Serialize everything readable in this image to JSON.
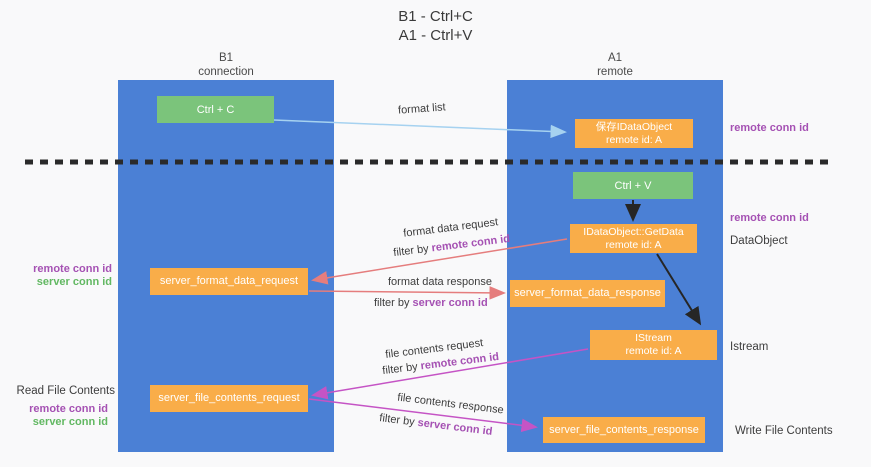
{
  "title": {
    "line1": "B1 - Ctrl+C",
    "line2": "A1 - Ctrl+V"
  },
  "lanes": {
    "left": {
      "name": "B1",
      "role": "connection"
    },
    "right": {
      "name": "A1",
      "role": "remote"
    }
  },
  "nodes": {
    "ctrl_c": {
      "label": "Ctrl + C"
    },
    "save_idataobject": {
      "line1": "保存IDataObject",
      "line2": "remote id: A"
    },
    "ctrl_v": {
      "label": "Ctrl + V"
    },
    "getdata": {
      "line1": "IDataObject::GetData",
      "line2": "remote id: A"
    },
    "format_request": {
      "label": "server_format_data_request"
    },
    "format_response": {
      "label": "server_format_data_response"
    },
    "istream": {
      "line1": "IStream",
      "line2": "remote id: A"
    },
    "file_request": {
      "label": "server_file_contents_request"
    },
    "file_response": {
      "label": "server_file_contents_response"
    }
  },
  "flow_labels": {
    "format_list": "format list",
    "format_data_request": "format data request",
    "format_data_response": "format data response",
    "file_contents_request": "file contents request",
    "file_contents_response": "file contents response",
    "filter_by": "filter by ",
    "remote_conn_id": "remote conn id",
    "server_conn_id": "server conn id"
  },
  "side_labels": {
    "remote_conn_id_top": "remote conn id",
    "remote_conn_id_mid": "remote conn id",
    "dataobject": "DataObject",
    "istream": "Istream",
    "write_file_contents": "Write File Contents",
    "read_file_contents": "Read File Contents",
    "left_mid_remote": "remote conn id",
    "left_mid_server": "server conn id",
    "left_bottom_remote": "remote conn id",
    "left_bottom_server": "server conn id"
  },
  "colors": {
    "lane_blue": "#4b80d5",
    "box_green": "#7bc47b",
    "box_orange": "#f9ad49",
    "label_purple": "#a551b3",
    "label_green": "#62b862",
    "arrow_salmon": "#e57d7d",
    "arrow_magenta": "#c554c5",
    "arrow_lightblue": "#a6d2f0",
    "arrow_black": "#262626",
    "dashed_line": "#2a2a2a"
  }
}
